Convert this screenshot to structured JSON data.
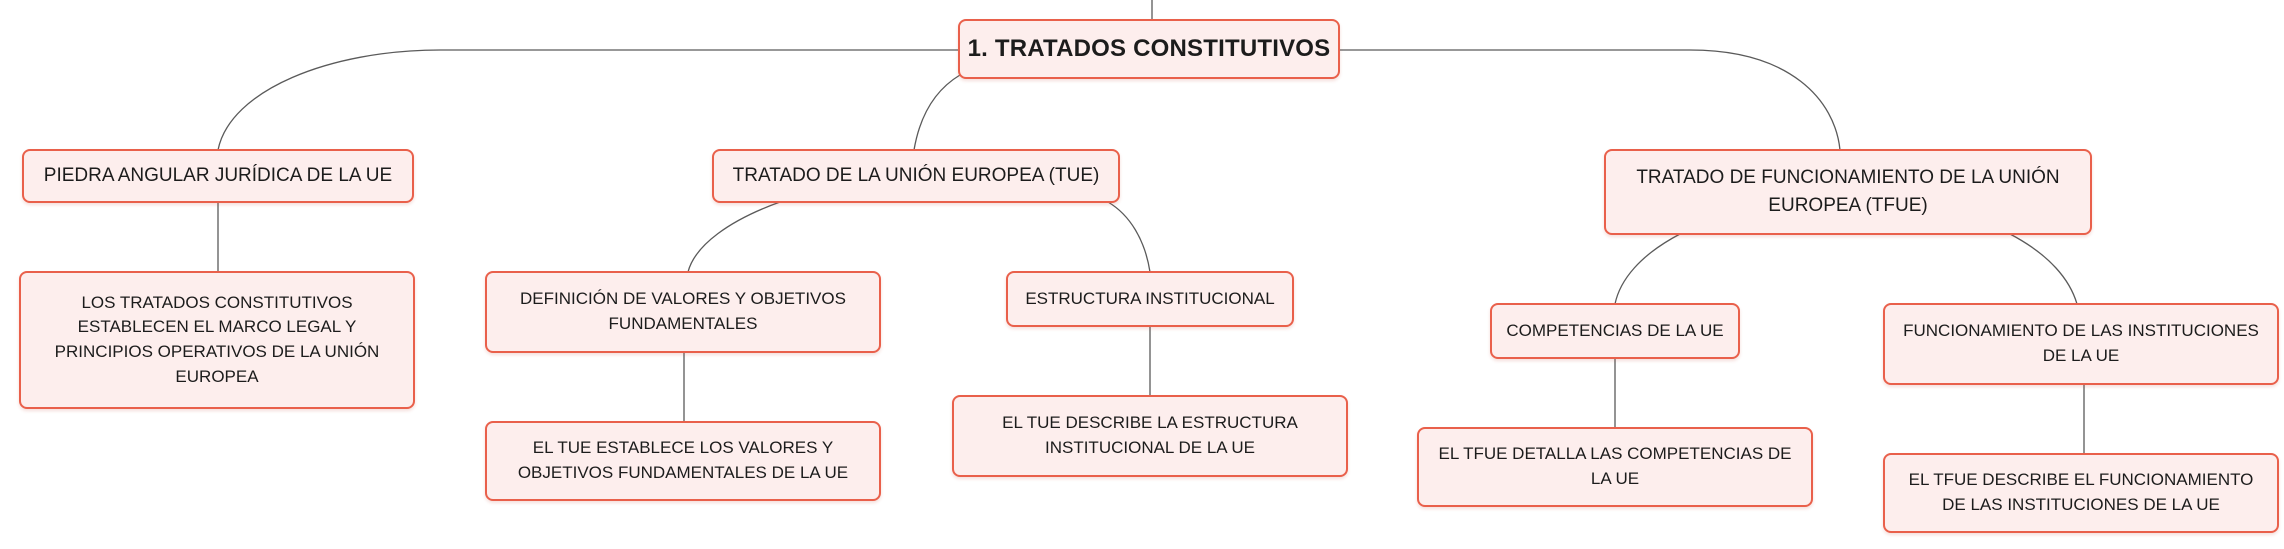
{
  "root": {
    "label": "1. TRATADOS CONSTITUTIVOS"
  },
  "branches": [
    {
      "label": "PIEDRA ANGULAR JURÍDICA DE LA UE",
      "children": [
        {
          "label": "LOS TRATADOS CONSTITUTIVOS ESTABLECEN EL MARCO LEGAL Y PRINCIPIOS OPERATIVOS DE LA UNIÓN EUROPEA"
        }
      ]
    },
    {
      "label": "TRATADO DE LA UNIÓN EUROPEA (TUE)",
      "children": [
        {
          "label": "DEFINICIÓN DE VALORES Y OBJETIVOS FUNDAMENTALES",
          "children": [
            {
              "label": "EL TUE ESTABLECE LOS VALORES Y OBJETIVOS FUNDAMENTALES DE LA UE"
            }
          ]
        },
        {
          "label": "ESTRUCTURA INSTITUCIONAL",
          "children": [
            {
              "label": "EL TUE DESCRIBE LA ESTRUCTURA INSTITUCIONAL DE LA UE"
            }
          ]
        }
      ]
    },
    {
      "label": "TRATADO DE FUNCIONAMIENTO DE LA UNIÓN EUROPEA (TFUE)",
      "children": [
        {
          "label": "COMPETENCIAS DE LA UE",
          "children": [
            {
              "label": "EL TFUE DETALLA LAS COMPETENCIAS DE LA UE"
            }
          ]
        },
        {
          "label": "FUNCIONAMIENTO DE LAS INSTITUCIONES DE LA UE",
          "children": [
            {
              "label": "EL TFUE DESCRIBE EL FUNCIONAMIENTO DE LAS INSTITUCIONES DE LA UE"
            }
          ]
        }
      ]
    }
  ]
}
